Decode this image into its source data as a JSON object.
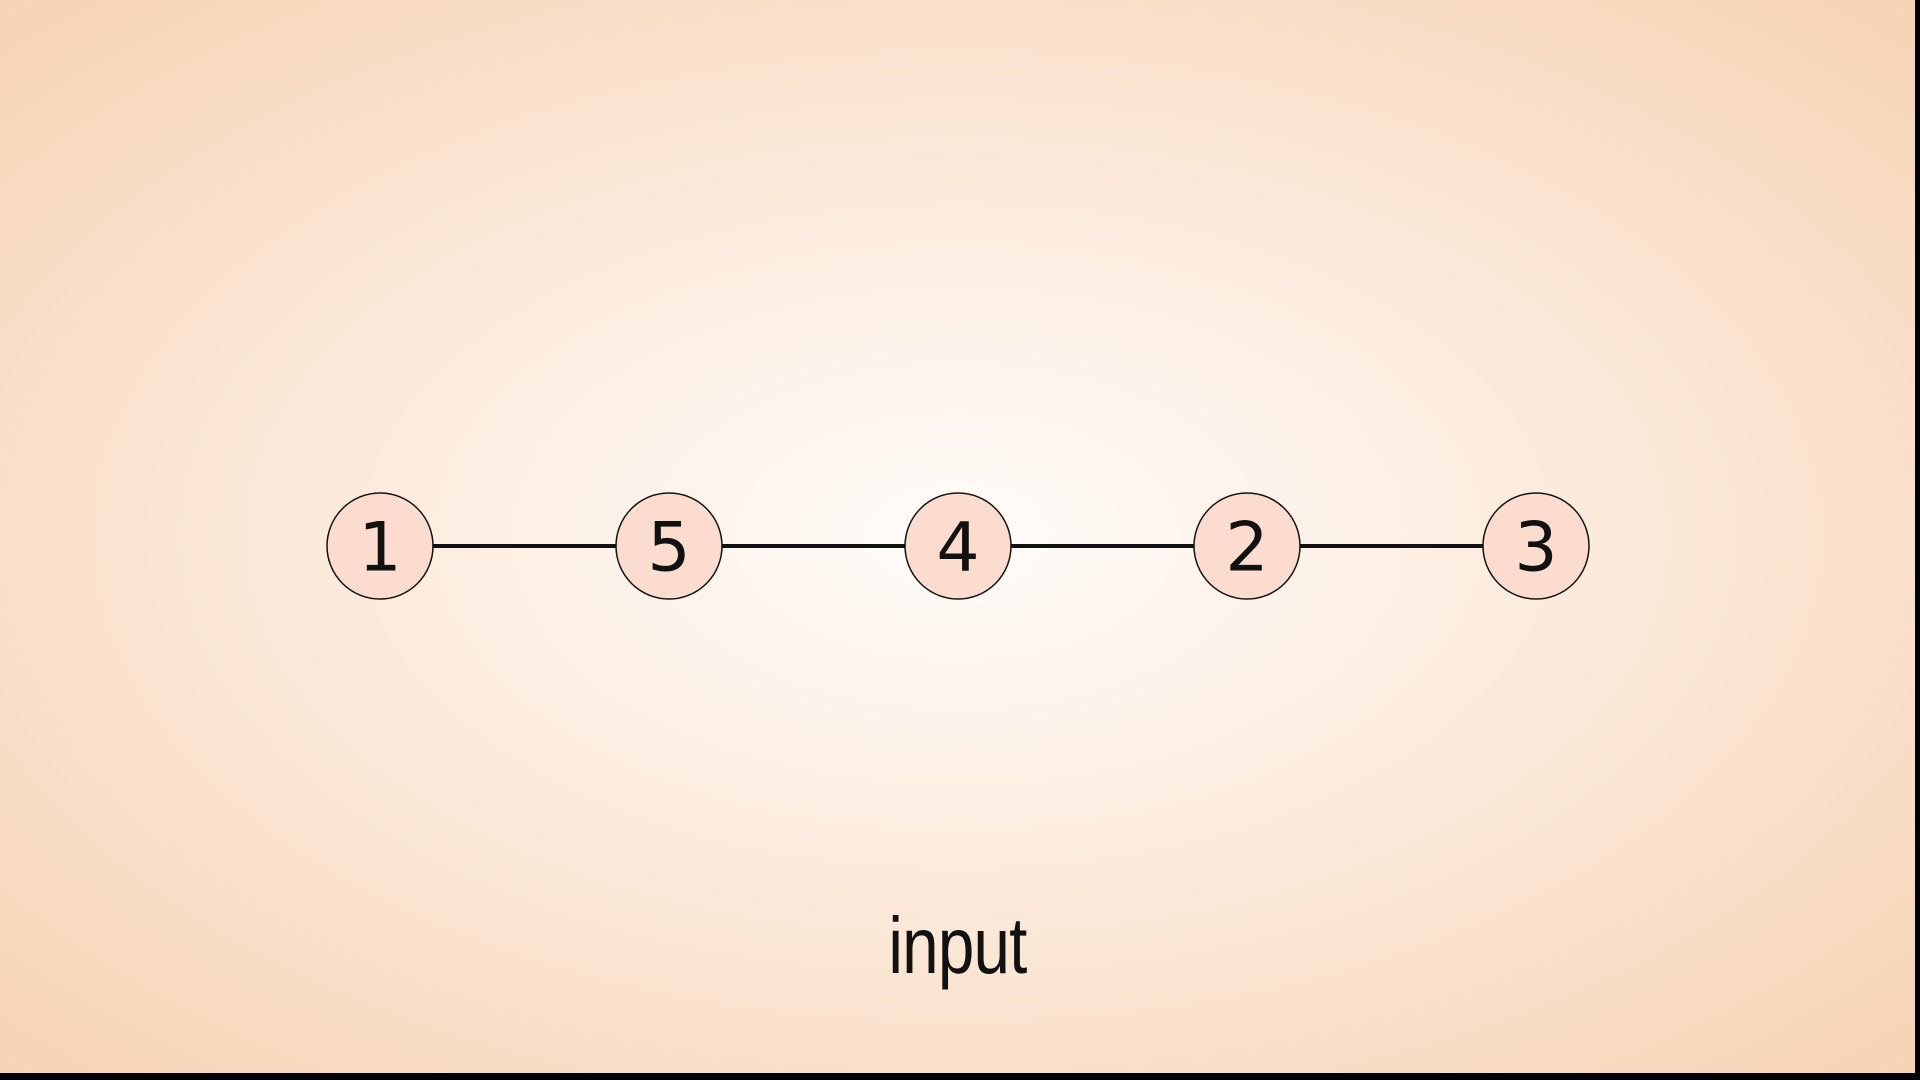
{
  "diagram": {
    "nodes": [
      {
        "id": "1",
        "label": "1"
      },
      {
        "id": "5",
        "label": "5"
      },
      {
        "id": "4",
        "label": "4"
      },
      {
        "id": "2",
        "label": "2"
      },
      {
        "id": "3",
        "label": "3"
      }
    ],
    "edges": [
      [
        "1",
        "5"
      ],
      [
        "5",
        "4"
      ],
      [
        "4",
        "2"
      ],
      [
        "2",
        "3"
      ]
    ],
    "node_fill": "#fbdccf",
    "caption": "input"
  }
}
